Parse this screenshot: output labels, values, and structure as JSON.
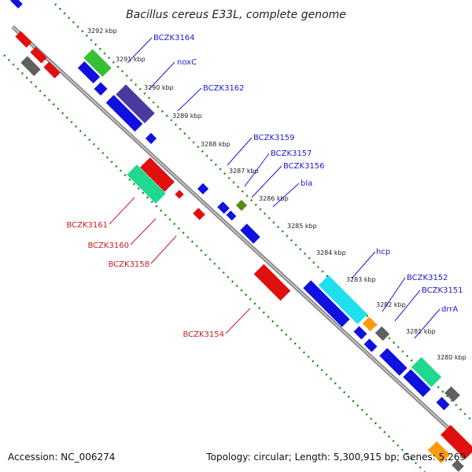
{
  "title": "Bacillus cereus E33L, complete genome",
  "footer": {
    "accession": "Accession: NC_006274",
    "summary": "Topology: circular; Length: 5,300,915 bp; Genes: 5,269"
  },
  "colors": {
    "backbone": "#8c8c8c",
    "ticks": "#1a8a1a",
    "blue": "#1010e0",
    "red": "#e01010",
    "green": "#35c035",
    "navy": "#4a3aa0",
    "gray": "#606060",
    "mint": "#20d890",
    "cyan": "#20e0f0",
    "orange": "#ff9a10",
    "olive": "#608a18"
  },
  "kbp_marks": [
    "3292 kbp",
    "3291 kbp",
    "3290 kbp",
    "3289 kbp",
    "3288 kbp",
    "3287 kbp",
    "3286 kbp",
    "3285 kbp",
    "3284 kbp",
    "3283 kbp",
    "3282 kbp",
    "3281 kbp",
    "3280 kbp"
  ],
  "gene_labels": {
    "forward": [
      "BCZK3164",
      "noxC",
      "BCZK3162",
      "BCZK3159",
      "BCZK3157",
      "BCZK3156",
      "bla",
      "hcp",
      "BCZK3152",
      "BCZK3151",
      "drrA"
    ],
    "reverse": [
      "BCZK3161",
      "BCZK3160",
      "BCZK3158",
      "BCZK3154"
    ]
  }
}
